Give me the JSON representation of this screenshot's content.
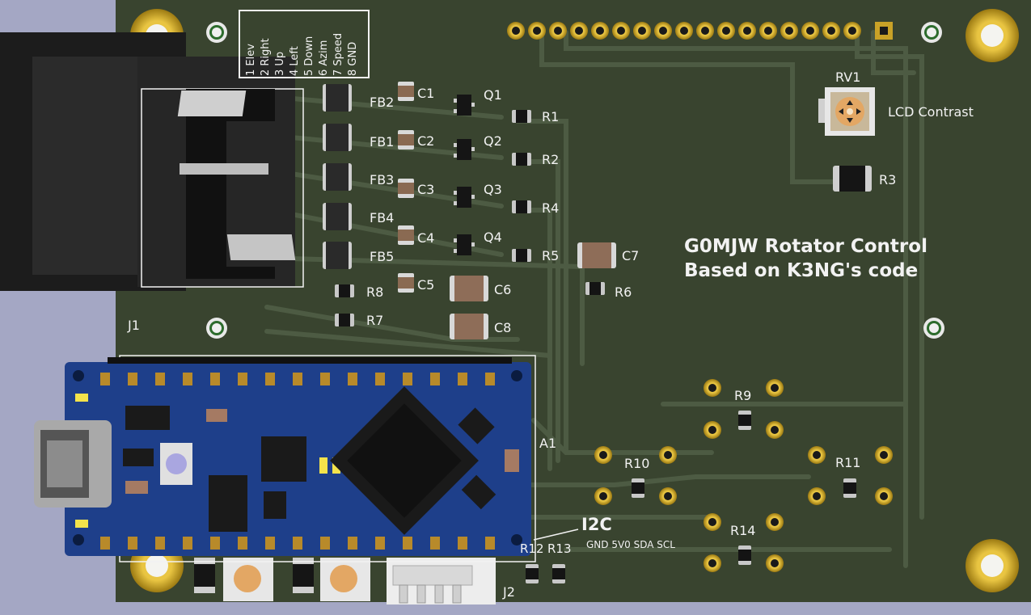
{
  "board": {
    "title_line1": "G0MJW Rotator Control",
    "title_line2": "Based on K3NG's code",
    "connector_label": "J1",
    "arduino_label": "A1",
    "i2c_label": "I2C",
    "i2c_pins": "GND 5V0 SDA SCL",
    "lcd_label": "LCD Contrast",
    "pin_table": [
      "1 Elev",
      "2 Right",
      "3 Up",
      "4 Left",
      "5 Down",
      "6 Azim",
      "7 Speed",
      "8 GND"
    ]
  },
  "components": {
    "fb": [
      "FB2",
      "FB1",
      "FB3",
      "FB4",
      "FB5"
    ],
    "c": [
      "C1",
      "C2",
      "C3",
      "C4",
      "C5"
    ],
    "q": [
      "Q1",
      "Q2",
      "Q3",
      "Q4"
    ],
    "r_col": [
      "R1",
      "R2",
      "R4",
      "R5"
    ],
    "c6": "C6",
    "c7": "C7",
    "c8": "C8",
    "r6": "R6",
    "r7": "R7",
    "r8": "R8",
    "r3": "R3",
    "rv1": "RV1",
    "r9": "R9",
    "r10": "R10",
    "r11": "R11",
    "r14": "R14",
    "r12": "R12",
    "r13": "R13",
    "j2": "J2"
  },
  "colors": {
    "board": "#39442f",
    "trace": "#4a5840",
    "silkscreen": "#f2f2f2",
    "pad_gold": "#c9a227",
    "arduino_blue": "#1e3f8a"
  }
}
